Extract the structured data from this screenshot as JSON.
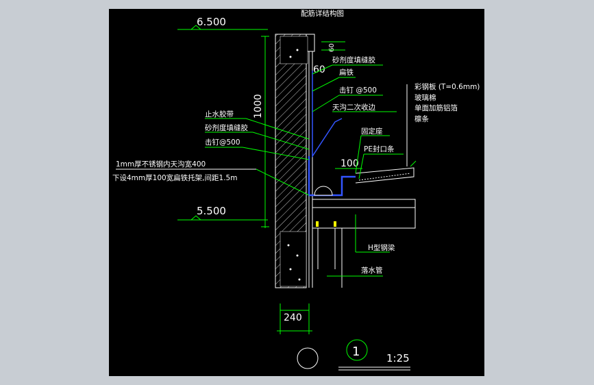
{
  "title": "配筋详结构图",
  "levels": {
    "top": "6.500",
    "bottom": "5.500"
  },
  "dims": {
    "height": "1000",
    "depth": "60",
    "offset": "100",
    "wall": "240",
    "ring": "60"
  },
  "left_labels": [
    "止水胶带",
    "砂剂度填缝胶",
    "击钉@500",
    "1mm厚不锈钢内天沟宽400",
    "下设4mm厚100宽扁铁托架,间距1.5m"
  ],
  "right_labels": [
    "砂剂度填缝胶",
    "扁铁",
    "击钉 @500",
    "天沟二次收边",
    "固定座",
    "PE封口条",
    "H型钢梁",
    "落水管"
  ],
  "layer_labels": [
    "彩钢板  (T=0.6mm)",
    "玻璃棉",
    "单面加筋铝箔",
    "檩条"
  ],
  "detail": {
    "number": "1",
    "scale": "1:25"
  }
}
